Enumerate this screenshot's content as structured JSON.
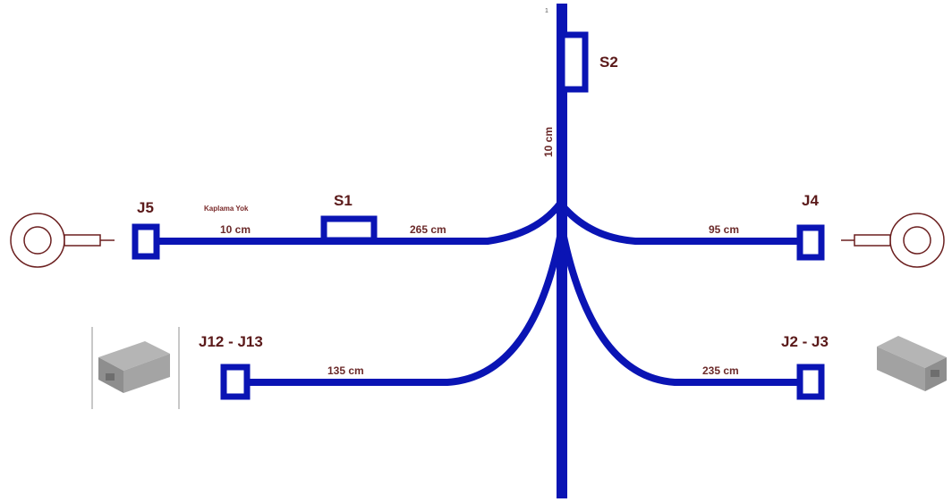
{
  "colors": {
    "cable": "#0a14b4",
    "label": "#5b1a1a",
    "terminal": "#6b1f1f",
    "connector_body": "#9a9a9a"
  },
  "icons": {
    "ring_terminal": "ring-terminal-icon",
    "connector_housing": "connector-housing-icon"
  },
  "diagram": {
    "top_mark": "1",
    "splices": {
      "s1": "S1",
      "s2": "S2"
    },
    "connectors": {
      "j5": "J5",
      "j4": "J4",
      "j12_j13": "J12 - J13",
      "j2_j3": "J2 - J3"
    },
    "lengths": {
      "trunk_top": "10 cm",
      "j5_s1": "10 cm",
      "s1_center": "265 cm",
      "center_j4": "95 cm",
      "center_j12": "135 cm",
      "center_j2": "235 cm"
    },
    "notes": {
      "j5_s1_note": "Kaplama Yok"
    }
  }
}
